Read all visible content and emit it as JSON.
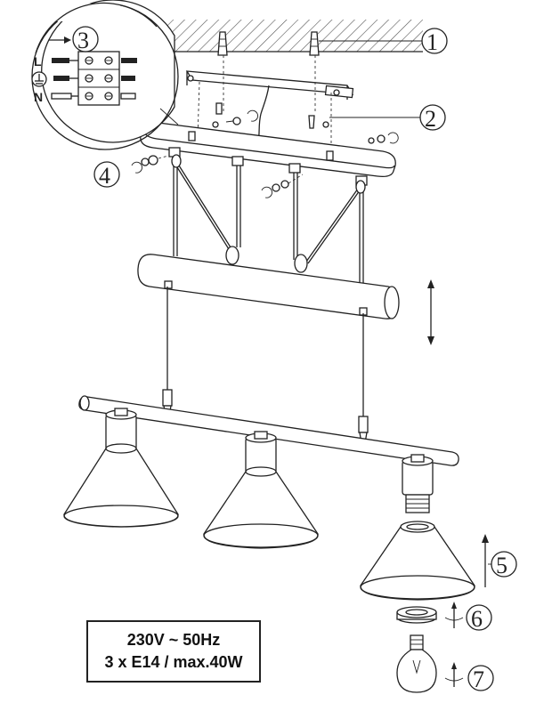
{
  "callouts": {
    "c1": "1",
    "c2": "2",
    "c3": "3",
    "c4": "4",
    "c5": "5",
    "c6": "6",
    "c7": "7"
  },
  "wiring": {
    "live": "L",
    "neutral": "N"
  },
  "spec": {
    "voltage": "230V ~ 50Hz",
    "bulbs": "3 x E14 / max.40W"
  }
}
